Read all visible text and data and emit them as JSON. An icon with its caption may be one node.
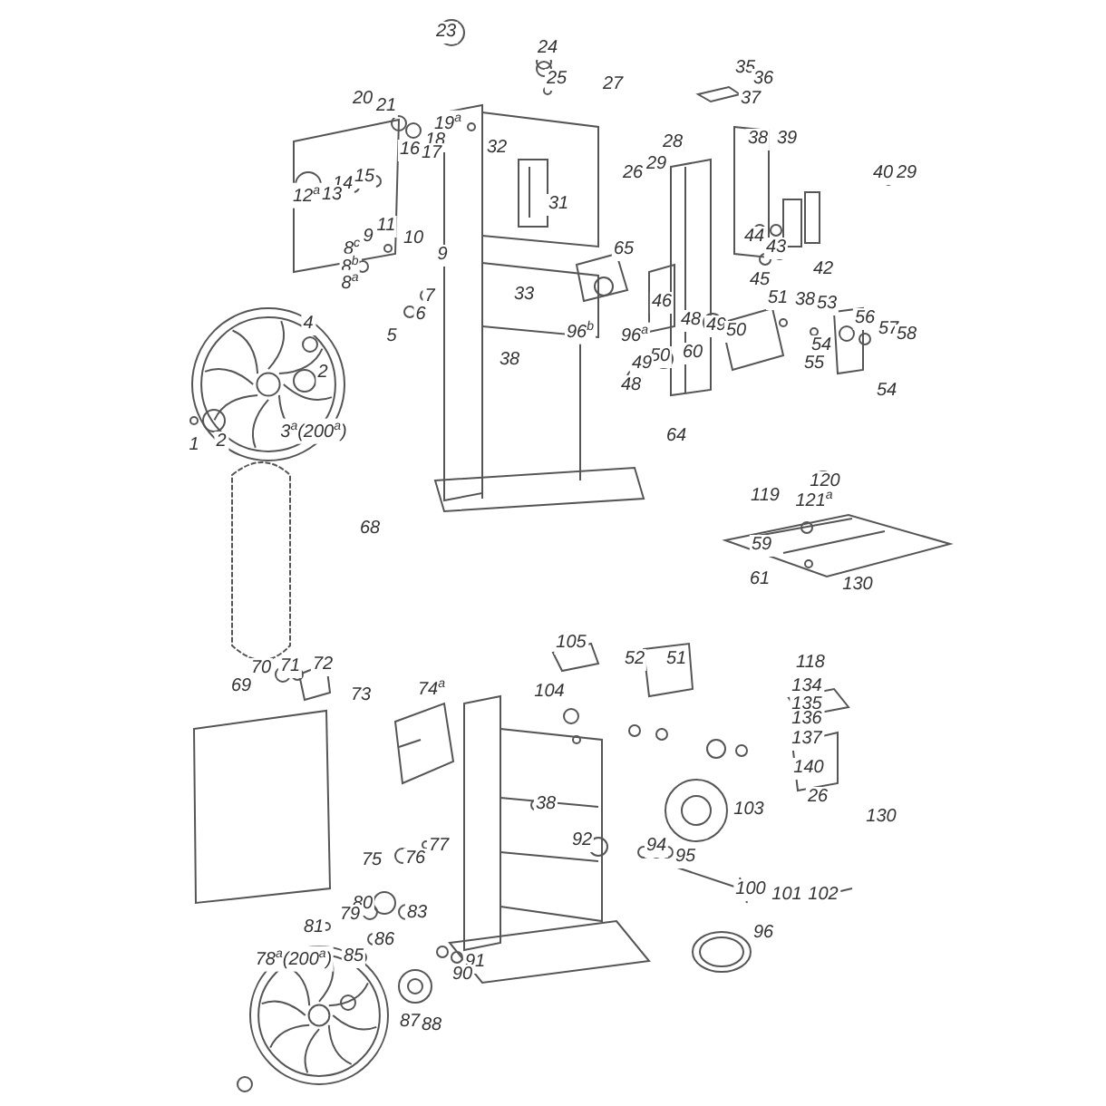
{
  "diagram": {
    "labels": [
      "23",
      "24",
      "35",
      "36",
      "25",
      "37",
      "20",
      "27",
      "21",
      "19$^{a}$",
      "18",
      "28",
      "38",
      "39",
      "16",
      "17",
      "32",
      "29",
      "26",
      "15",
      "14",
      "12$^{a}$",
      "13",
      "40",
      "29",
      "31",
      "44",
      "43",
      "11",
      "10",
      "9",
      "9",
      "8$^{c}$",
      "8$^{b}$",
      "8$^{a}$",
      "42",
      "65",
      "45",
      "7",
      "6",
      "33",
      "46",
      "4",
      "5",
      "96$^{b}$",
      "96$^{a}$",
      "51",
      "38",
      "53",
      "56",
      "48",
      "49",
      "50",
      "57",
      "58",
      "54",
      "2",
      "60",
      "50",
      "55",
      "38",
      "49",
      "48",
      "54",
      "64",
      "3$^{a}$(200$^{a}$)",
      "1",
      "2",
      "68",
      "120",
      "119",
      "121$^{a}$",
      "59",
      "61",
      "130",
      "105",
      "52",
      "51",
      "118",
      "104",
      "134",
      "70",
      "71",
      "72",
      "135",
      "69",
      "73",
      "74$^{a}$",
      "136",
      "137",
      "140",
      "38",
      "103",
      "26",
      "130",
      "92",
      "94",
      "95",
      "75",
      "76",
      "77",
      "100",
      "101",
      "102",
      "80",
      "79",
      "83",
      "81",
      "86",
      "85",
      "91",
      "96",
      "90",
      "78$^{a}$(200$^{a}$)",
      "87",
      "88"
    ]
  }
}
